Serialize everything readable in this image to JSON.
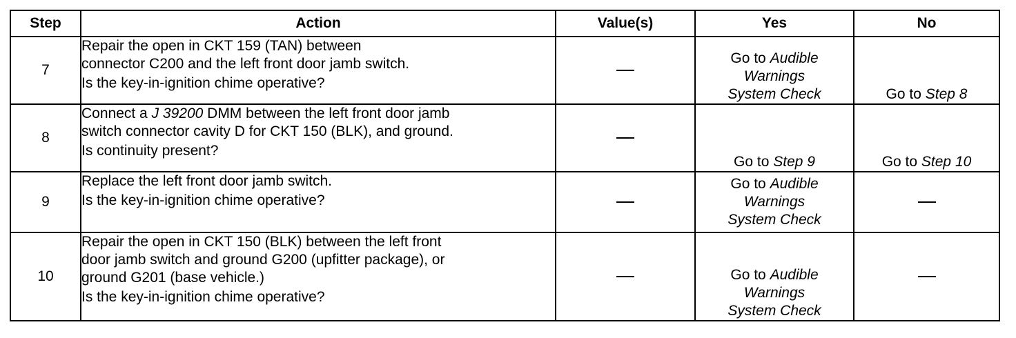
{
  "headers": {
    "step": "Step",
    "action": "Action",
    "values": "Value(s)",
    "yes": "Yes",
    "no": "No"
  },
  "dash": "—",
  "rows": [
    {
      "step": "7",
      "action_lines": [
        "Repair the open in CKT 159 (TAN) between",
        "connector C200 and the left front door jamb switch."
      ],
      "question": "Is the key-in-ignition chime operative?",
      "yes": {
        "prefix": "Go to",
        "l1": "Audible",
        "l2": "Warnings",
        "l3": "System Check"
      },
      "no": {
        "prefix": "Go to",
        "ref": "Step 8"
      }
    },
    {
      "step": "8",
      "action_a": "Connect a ",
      "action_tool": "J 39200",
      "action_b": " DMM between the left front door jamb",
      "action_line2": "switch connector cavity D for CKT 150 (BLK), and ground.",
      "question": "Is continuity present?",
      "yes": {
        "prefix": "Go to",
        "ref": "Step 9"
      },
      "no": {
        "prefix": "Go to",
        "ref": "Step 10"
      }
    },
    {
      "step": "9",
      "action_lines": [
        "Replace the left front door jamb switch."
      ],
      "question": "Is the key-in-ignition chime operative?",
      "yes": {
        "prefix": "Go to",
        "l1": "Audible",
        "l2": "Warnings",
        "l3": "System Check"
      }
    },
    {
      "step": "10",
      "action_lines": [
        "Repair the open in CKT 150 (BLK) between the left front",
        "door jamb switch and ground G200 (upfitter package), or",
        "ground G201 (base vehicle.)"
      ],
      "question": "Is the key-in-ignition chime operative?",
      "yes": {
        "prefix": "Go to",
        "l1": "Audible",
        "l2": "Warnings",
        "l3": "System Check"
      }
    }
  ]
}
